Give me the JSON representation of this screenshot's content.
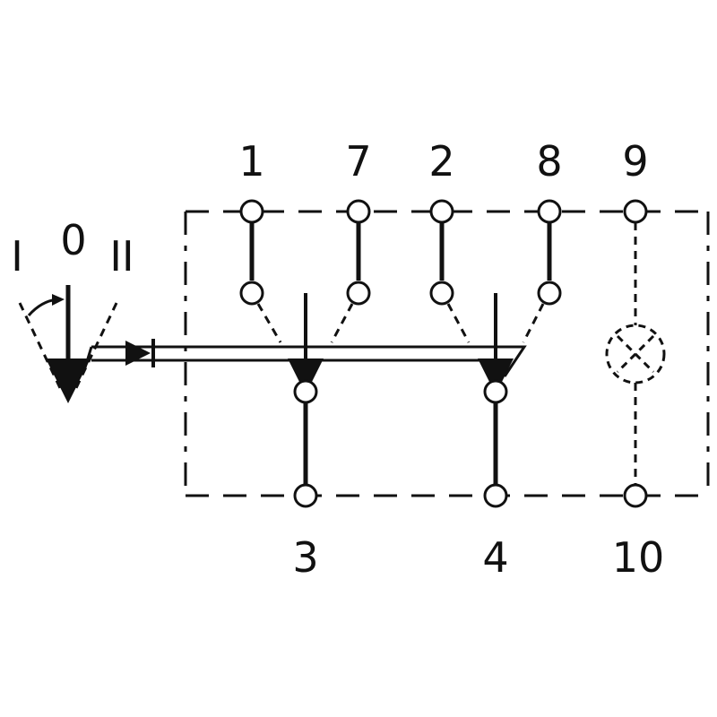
{
  "switch_positions": {
    "left": "I",
    "center": "0",
    "right": "II"
  },
  "terminals": {
    "top": [
      "1",
      "7",
      "2",
      "8",
      "9"
    ],
    "bottom": [
      "3",
      "4",
      "10"
    ]
  },
  "colors": {
    "ink": "#111111",
    "background": "#ffffff"
  },
  "icons": [
    "diode-icon",
    "lamp-icon",
    "actuator-arrow-icon"
  ]
}
